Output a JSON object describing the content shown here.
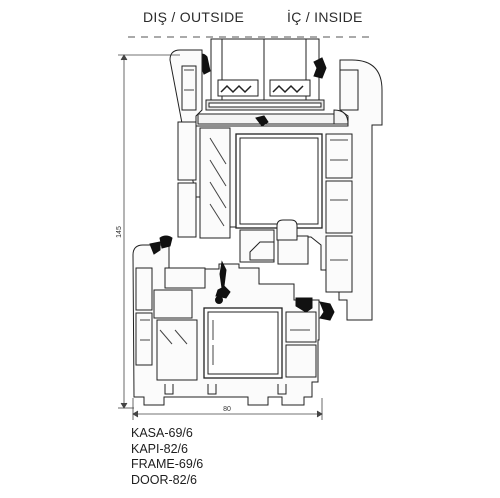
{
  "header": {
    "outside_label": "DIŞ / OUTSIDE",
    "inside_label": "İÇ / INSIDE"
  },
  "dimensions": {
    "height": "145",
    "width": "80"
  },
  "legend": {
    "items": [
      "KASA-69/6",
      "KAPI-82/6",
      "FRAME-69/6",
      "DOOR-82/6"
    ]
  },
  "colors": {
    "profile_fill": "#fbfbfb",
    "outline": "#222222",
    "gasket": "#111111",
    "glass_bead_fill": "#f4f4f4"
  }
}
